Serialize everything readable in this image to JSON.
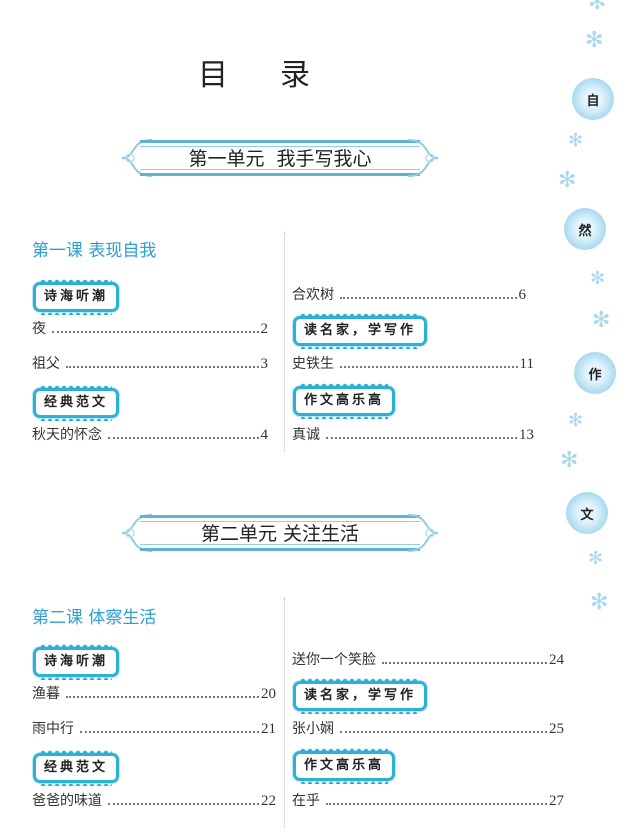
{
  "page": {
    "title": "目录"
  },
  "title_chars": [
    "目",
    "录"
  ],
  "side_decoration": {
    "flower_chars": [
      "自",
      "然",
      "作",
      "文"
    ]
  },
  "units": [
    {
      "banner": "第一单元  我手写我心",
      "lesson": "第一课 表现自我",
      "left_column": {
        "tag1": "诗海听潮",
        "entries1": [
          {
            "name": "夜",
            "page": "2"
          },
          {
            "name": "祖父",
            "page": "3"
          }
        ],
        "tag2": "经典范文",
        "entries2": [
          {
            "name": "秋天的怀念",
            "page": "4"
          }
        ]
      },
      "right_column": {
        "entries0": [
          {
            "name": "合欢树",
            "page": "6"
          }
        ],
        "tag1": "读名家，学写作",
        "entries1": [
          {
            "name": "史铁生",
            "page": "11"
          }
        ],
        "tag2": "作文高乐高",
        "entries2": [
          {
            "name": "真诚",
            "page": "13"
          }
        ]
      }
    },
    {
      "banner": "第二单元 关注生活",
      "lesson": "第二课 体察生活",
      "left_column": {
        "tag1": "诗海听潮",
        "entries1": [
          {
            "name": "渔暮",
            "page": "20"
          },
          {
            "name": "雨中行",
            "page": "21"
          }
        ],
        "tag2": "经典范文",
        "entries2": [
          {
            "name": "爸爸的味道",
            "page": "22"
          }
        ]
      },
      "right_column": {
        "entries0": [
          {
            "name": "送你一个笑脸",
            "page": "24"
          }
        ],
        "tag1": "读名家，学写作",
        "entries1": [
          {
            "name": "张小娴",
            "page": "25"
          }
        ],
        "tag2": "作文高乐高",
        "entries2": [
          {
            "name": "在乎",
            "page": "27"
          }
        ]
      }
    }
  ],
  "colors": {
    "accent": "#2d9fd0",
    "tag_border": "#2cb0d6",
    "banner_line": "#5fb2cf"
  }
}
